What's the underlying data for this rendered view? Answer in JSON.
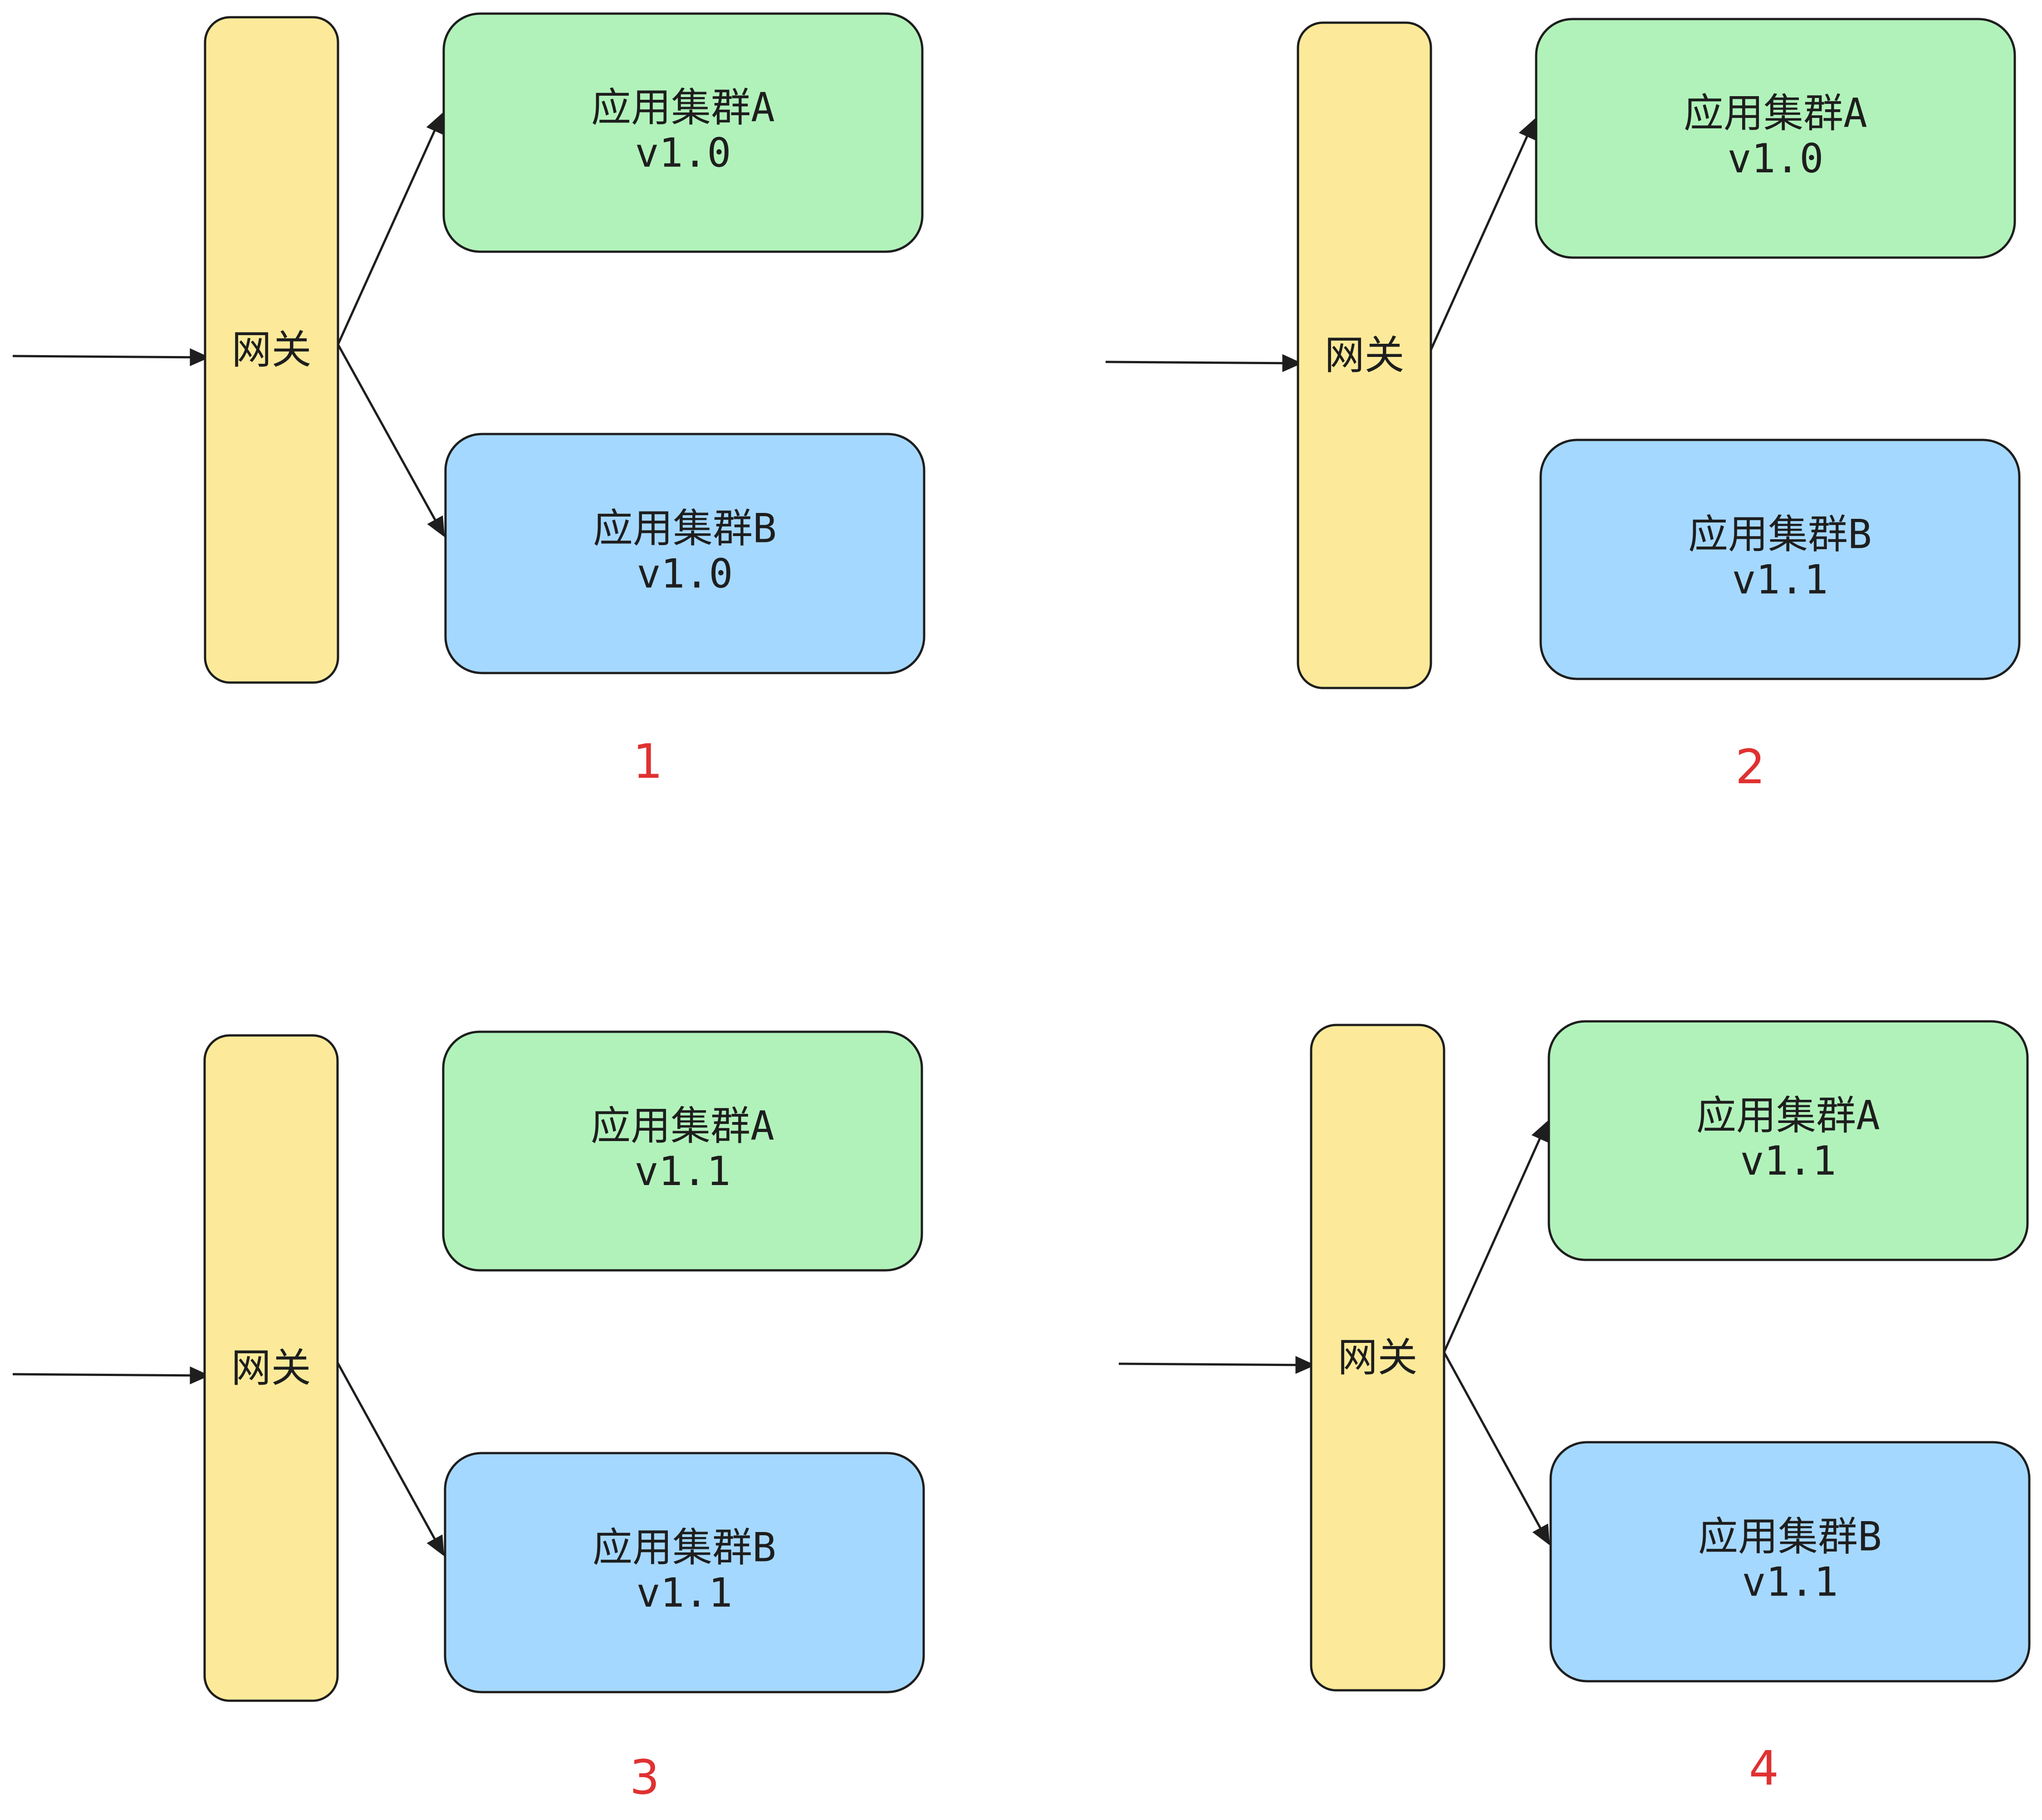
{
  "colors": {
    "gateway_fill": "#fcea9a",
    "cluster_a_fill": "#b1f2ba",
    "cluster_b_fill": "#a5d8ff",
    "stroke": "#1e1e1e",
    "step_label": "#e03131"
  },
  "panels": [
    {
      "gateway": "网关",
      "cluster_a": {
        "name": "应用集群A",
        "version": "v1.0",
        "routed": true
      },
      "cluster_b": {
        "name": "应用集群B",
        "version": "v1.0",
        "routed": true
      },
      "step": "1"
    },
    {
      "gateway": "网关",
      "cluster_a": {
        "name": "应用集群A",
        "version": "v1.0",
        "routed": true
      },
      "cluster_b": {
        "name": "应用集群B",
        "version": "v1.1",
        "routed": false
      },
      "step": "2"
    },
    {
      "gateway": "网关",
      "cluster_a": {
        "name": "应用集群A",
        "version": "v1.1",
        "routed": false
      },
      "cluster_b": {
        "name": "应用集群B",
        "version": "v1.1",
        "routed": true
      },
      "step": "3"
    },
    {
      "gateway": "网关",
      "cluster_a": {
        "name": "应用集群A",
        "version": "v1.1",
        "routed": true
      },
      "cluster_b": {
        "name": "应用集群B",
        "version": "v1.1",
        "routed": true
      },
      "step": "4"
    }
  ]
}
